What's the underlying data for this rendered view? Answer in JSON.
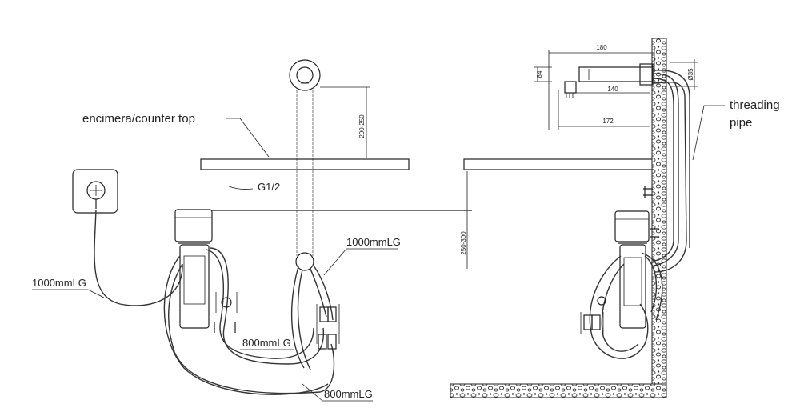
{
  "labels": {
    "counter_top": "encimera/counter top",
    "thread_size": "G1/2",
    "cable_1000_left": "1000mmLG",
    "cable_1000_top": "1000mmLG",
    "cable_800_mid": "800mmLG",
    "cable_800_bottom": "800mmLG",
    "threading_pipe_line1": "threading",
    "threading_pipe_line2": "pipe"
  },
  "dimensions": {
    "faucet_height": "200-250",
    "counter_to_box": "250-300",
    "spout_total": "180",
    "spout_reach": "140",
    "spout_depth": "172",
    "spout_height": "84",
    "wall_offset": "Ø35"
  }
}
